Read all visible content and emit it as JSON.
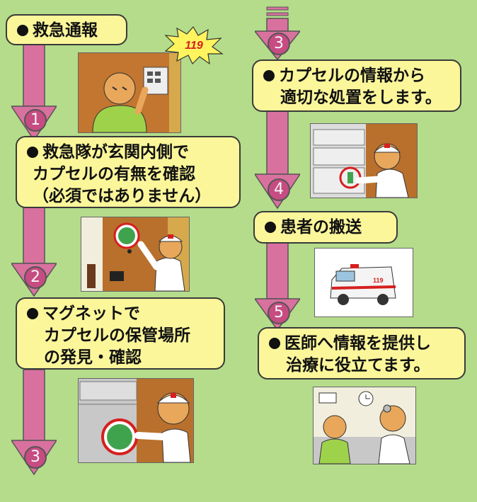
{
  "colors": {
    "background": "#b4dc8a",
    "box_fill": "#fbf69a",
    "arrow_fill": "#d9719f",
    "door_brown": "#b8702c",
    "jacket_green": "#9fd24b",
    "cross_red": "#d61f1f"
  },
  "steps": [
    {
      "lines": [
        "救急通報"
      ]
    },
    {
      "lines": [
        "救急隊が玄関内側で",
        "カプセルの有無を確認",
        "（必須ではありません）"
      ]
    },
    {
      "lines": [
        "マグネットで",
        "カプセルの保管場所",
        "の発見・確認"
      ]
    },
    {
      "lines": [
        "カプセルの情報から",
        "適切な処置をします。"
      ]
    },
    {
      "lines": [
        "患者の搬送"
      ]
    },
    {
      "lines": [
        "医師へ情報を提供し",
        "治療に役立てます。"
      ]
    }
  ],
  "arrow_numbers": [
    "1",
    "2",
    "3",
    "3",
    "4",
    "5"
  ],
  "illustrations": {
    "phone_call_burst": "119",
    "ambulance_text": "119"
  }
}
